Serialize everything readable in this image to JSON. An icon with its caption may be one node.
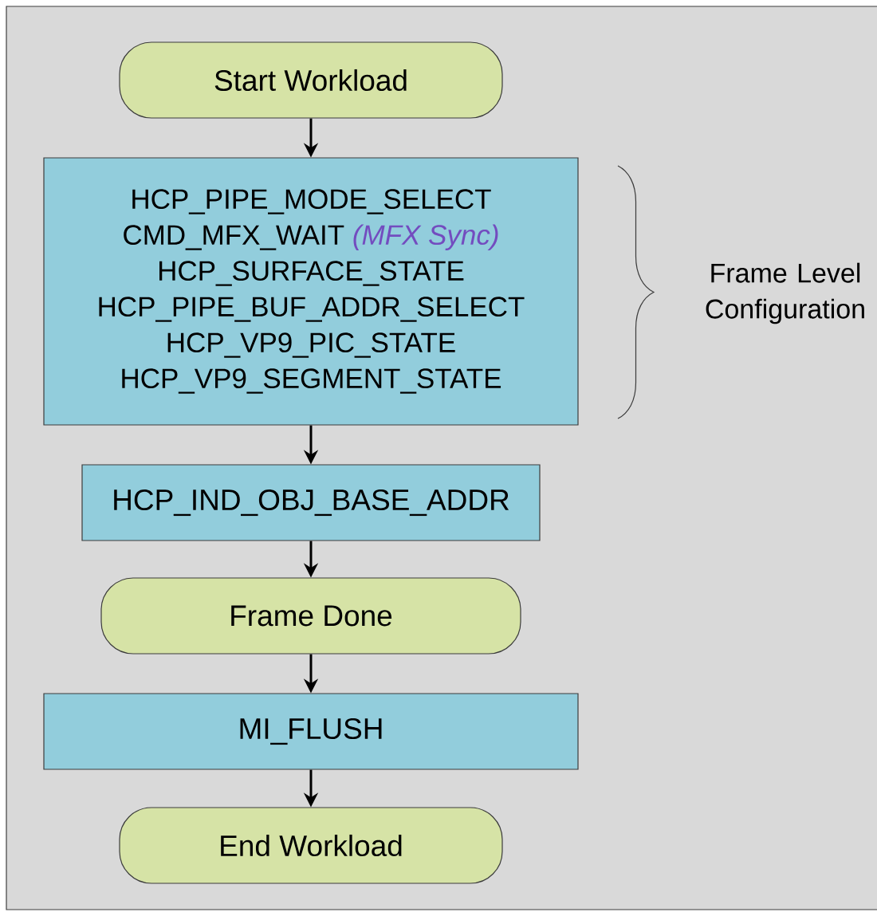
{
  "diagram": {
    "nodes": [
      {
        "text": [
          "Start Workload"
        ]
      },
      {
        "text": [
          "HCP_PIPE_MODE_SELECT",
          "CMD_MFX_WAIT",
          "(MFX Sync)",
          "HCP_SURFACE_STATE",
          "HCP_PIPE_BUF_ADDR_SELECT",
          "HCP_VP9_PIC_STATE",
          "HCP_VP9_SEGMENT_STATE"
        ]
      },
      {
        "text": [
          "HCP_IND_OBJ_BASE_ADDR"
        ]
      },
      {
        "text": [
          "Frame Done"
        ]
      },
      {
        "text": [
          "MI_FLUSH"
        ]
      },
      {
        "text": [
          "End Workload"
        ]
      }
    ],
    "edges": [
      {
        "from": 0,
        "to": 1,
        "arrow": "to"
      },
      {
        "from": 1,
        "to": 2,
        "arrow": "to"
      },
      {
        "from": 2,
        "to": 3,
        "arrow": "to"
      },
      {
        "from": 3,
        "to": 4,
        "arrow": "to"
      },
      {
        "from": 4,
        "to": 5,
        "arrow": "to"
      }
    ],
    "labels": [
      "Frame Level Configuration"
    ]
  }
}
